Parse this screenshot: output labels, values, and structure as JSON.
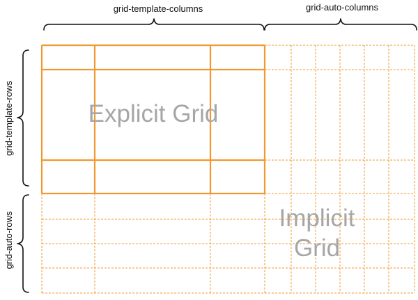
{
  "labels": {
    "template_columns": "grid-template-columns",
    "auto_columns": "grid-auto-columns",
    "template_rows": "grid-template-rows",
    "auto_rows": "grid-auto-rows"
  },
  "areas": {
    "explicit": "Explicit Grid",
    "implicit_line1": "Implicit",
    "implicit_line2": "Grid"
  },
  "colors": {
    "grid_line": "#f0992e",
    "area_text": "#a6a6a6",
    "label_text": "#111111"
  }
}
